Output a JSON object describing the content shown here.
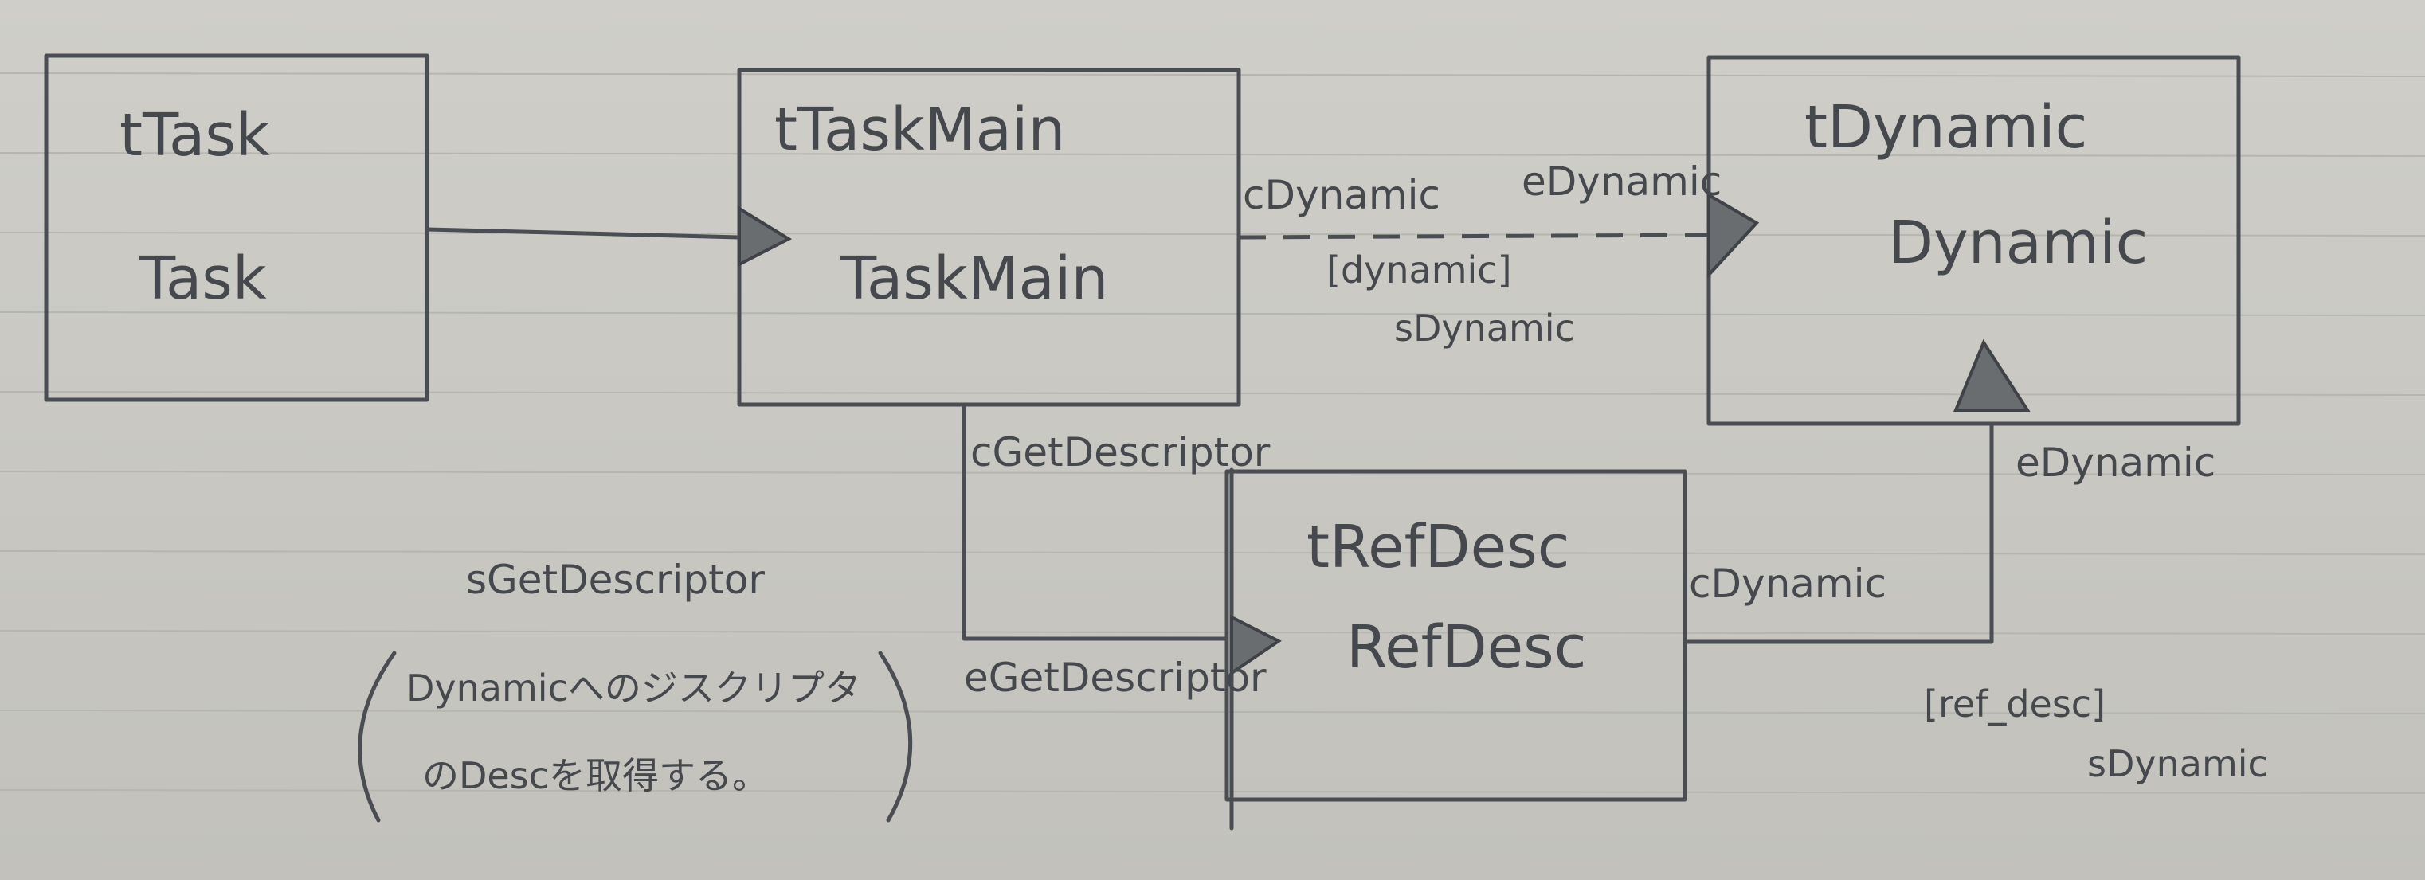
{
  "components": {
    "task": {
      "type_name": "tTask",
      "instance_name": "Task"
    },
    "task_main": {
      "type_name": "tTaskMain",
      "instance_name": "TaskMain"
    },
    "dynamic": {
      "type_name": "tDynamic",
      "instance_name": "Dynamic"
    },
    "ref_desc": {
      "type_name": "tRefDesc",
      "instance_name": "RefDesc"
    }
  },
  "labels": {
    "taskmain_call_dynamic": "cDynamic",
    "dynamic_entry_from_taskmain": "eDynamic",
    "dynamic_signature_1": "[dynamic]",
    "dynamic_signature_2": "sDynamic",
    "taskmain_call_getdesc": "cGetDescriptor",
    "refdesc_entry_getdesc": "eGetDescriptor",
    "refdesc_call_dynamic": "cDynamic",
    "dynamic_entry_from_refdesc": "eDynamic",
    "refdesc_signature_1": "[ref_desc]",
    "refdesc_signature_2": "sDynamic"
  },
  "note": {
    "signature": "sGetDescriptor",
    "line1": "Dynamicへのジスクリプタ",
    "line2": "のDescを取得する。"
  }
}
